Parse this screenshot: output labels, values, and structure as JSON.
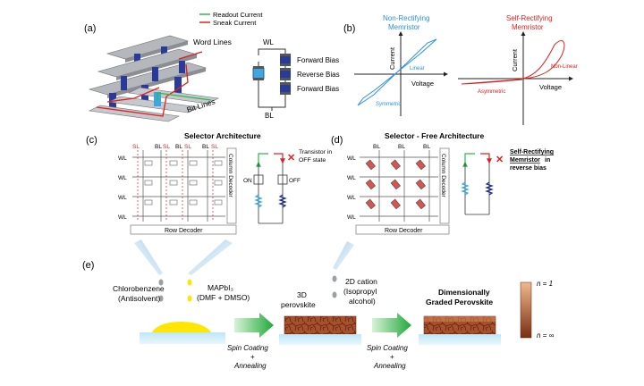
{
  "panel_labels": {
    "a": "(a)",
    "b": "(b)",
    "c": "(c)",
    "d": "(d)",
    "e": "(e)"
  },
  "panel_a": {
    "legend_readout": "Readout Current",
    "legend_sneak": "Sneak Current",
    "word_lines": "Word Lines",
    "bit_lines": "Bit Lines",
    "wl": "WL",
    "bl": "BL",
    "forward_bias_1": "Forward Bias",
    "reverse_bias": "Reverse Bias",
    "forward_bias_2": "Forward Bias"
  },
  "panel_b": {
    "non_rect_title_1": "Non-Rectifying",
    "non_rect_title_2": "Memristor",
    "self_rect_title_1": "Self-Rectifying",
    "self_rect_title_2": "Memristor",
    "current": "Current",
    "voltage": "Voltage",
    "linear": "Linear",
    "symmetric": "Symmetric",
    "non_linear": "Non-Linear",
    "asymmetric": "Asymmetric"
  },
  "panel_c": {
    "title": "Selector Architecture",
    "sl": "SL",
    "bl": "BL",
    "wl": "WL",
    "column_decoder": "Column Decoder",
    "row_decoder": "Row Decoder",
    "transistor_1": "Transistor in",
    "transistor_2": "OFF state",
    "on": "ON",
    "off": "OFF"
  },
  "panel_d": {
    "title": "Selector - Free Architecture",
    "bl": "BL",
    "wl": "WL",
    "column_decoder": "Column Decoder",
    "row_decoder": "Row Decoder",
    "self_rect_1": "Self-Rectifying",
    "self_rect_2": "Memristor",
    "self_rect_3": "in",
    "self_rect_4": "reverse bias"
  },
  "panel_e": {
    "chlorobenzene": "Chlorobenzene",
    "antisolvent": "(Antisolvent)",
    "mapbi3": "MAPbI₃",
    "dmf_dmso": "(DMF + DMSO)",
    "perovskite_3d_1": "3D",
    "perovskite_3d_2": "perovskite",
    "cation_1": "2D cation",
    "cation_2": "(Isopropyl",
    "cation_3": "alcohol)",
    "graded_1": "Dimensionally",
    "graded_2": "Graded Perovskite",
    "spin_coating": "Spin Coating",
    "plus": "+",
    "annealing": "Annealing",
    "n1": "n = 1",
    "ninf": "n = ∞"
  },
  "colors": {
    "blue": "#2b8fe6",
    "red": "#e02020",
    "green": "#2fb84a",
    "navy": "#1a2a8f",
    "perovskite": "#a8502c"
  }
}
